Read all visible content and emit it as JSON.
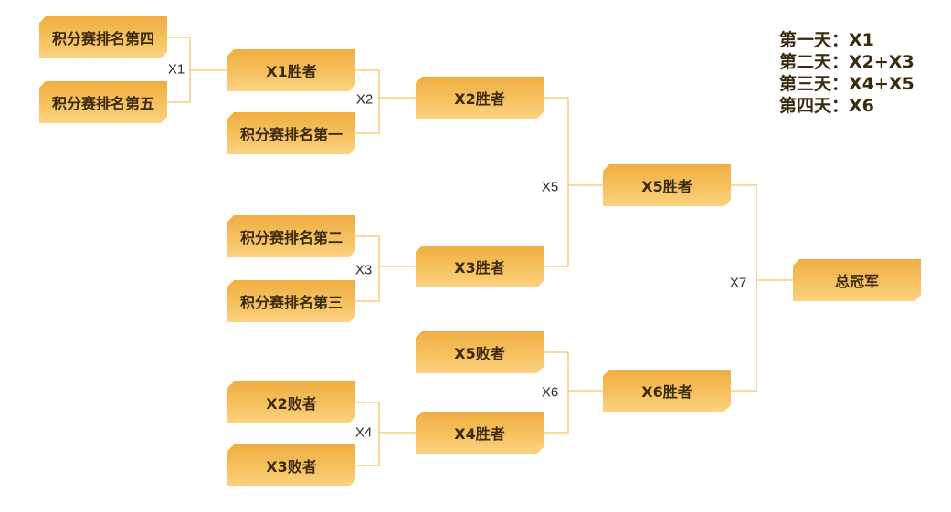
{
  "boxes": {
    "rank4": "积分赛排名第四",
    "rank5": "积分赛排名第五",
    "x1_winner": "X1胜者",
    "rank1": "积分赛排名第一",
    "rank2": "积分赛排名第二",
    "rank3": "积分赛排名第三",
    "x2_loser": "X2败者",
    "x3_loser": "X3败者",
    "x2_winner": "X2胜者",
    "x3_winner": "X3胜者",
    "x5_loser": "X5败者",
    "x4_winner": "X4胜者",
    "x5_winner": "X5胜者",
    "x6_winner": "X6胜者",
    "champion": "总冠军"
  },
  "matches": {
    "x1": "X1",
    "x2": "X2",
    "x3": "X3",
    "x4": "X4",
    "x5": "X5",
    "x6": "X6",
    "x7": "X7"
  },
  "schedule": [
    {
      "day": "第一天：",
      "matches": "X1"
    },
    {
      "day": "第二天：",
      "matches": "X2+X3"
    },
    {
      "day": "第三天：",
      "matches": "X4+X5"
    },
    {
      "day": "第四天：",
      "matches": "X6"
    }
  ],
  "colors": {
    "box_top": "#EFAE42",
    "box_bottom": "#FCD281",
    "connector": "#F3C46A",
    "text": "#3a2a0e"
  }
}
